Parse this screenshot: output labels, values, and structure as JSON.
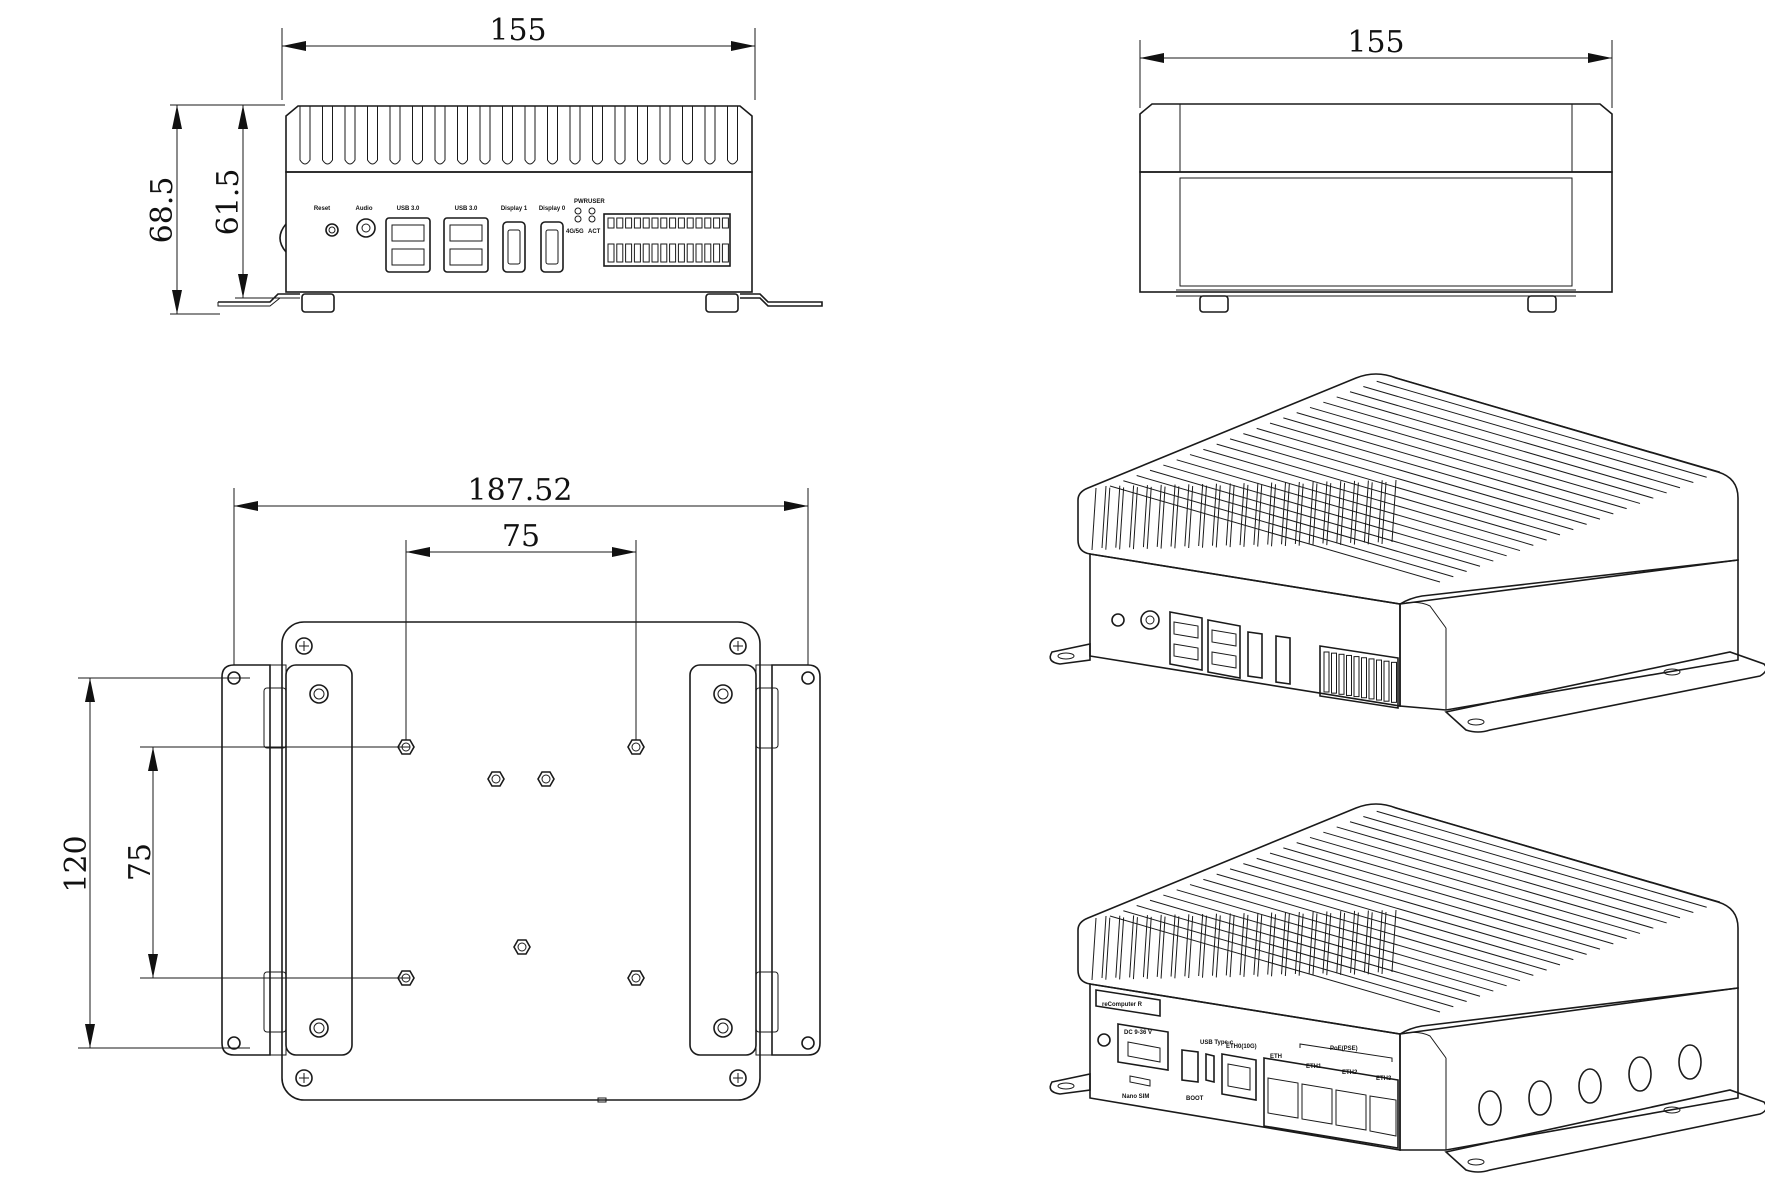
{
  "dimensions": {
    "front_width": "155",
    "front_height_total": "68.5",
    "front_height_body": "61.5",
    "back_width": "155",
    "bottom_overall_width": "187.52",
    "bottom_hole_spacing_x": "75",
    "bottom_overall_depth": "120",
    "bottom_hole_spacing_y": "75"
  },
  "front_panel_labels": {
    "reset": "Reset",
    "audio": "Audio",
    "usb_a": "USB 3.0",
    "usb_b": "USB 3.0",
    "display_1": "Display 1",
    "display_0": "Display 0",
    "pwr": "PWR",
    "user": "USER",
    "lte": "4G/5G",
    "act": "ACT"
  },
  "rear_panel_labels": {
    "brand": "reComputer R",
    "power": "DC 9-36 V",
    "nano_sim": "Nano SIM",
    "usb_typec": "USB Type-c",
    "boot": "BOOT",
    "eth_main": "ETH0(10G)",
    "eth0": "ETH",
    "poe": "PoE(PSE)",
    "eth1": "ETH1",
    "eth2": "ETH2",
    "eth3": "ETH3"
  },
  "colors": {
    "line": "#1a1a1a",
    "background": "#ffffff"
  }
}
